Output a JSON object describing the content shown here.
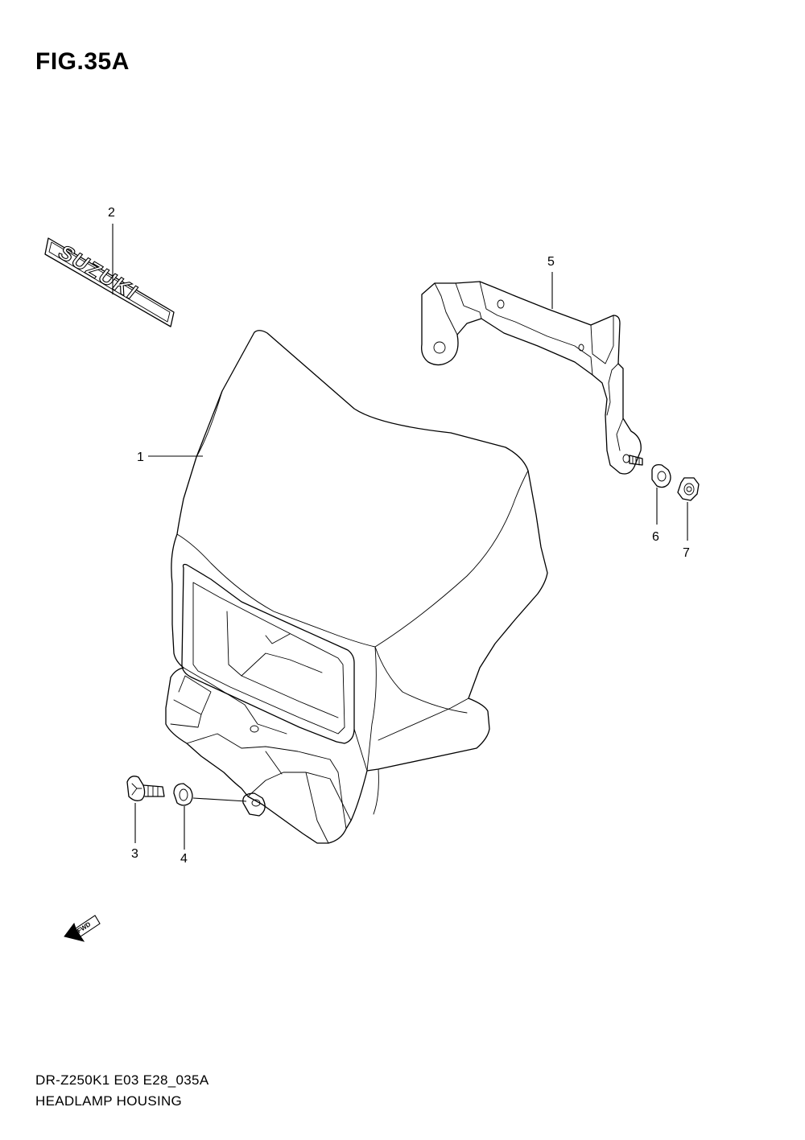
{
  "figure": {
    "title": "FIG.35A",
    "code": "DR-Z250K1 E03 E28_035A",
    "caption": "HEADLAMP HOUSING"
  },
  "emblem_text": "SUZUKI",
  "direction_label": "FWD",
  "callouts": [
    {
      "id": "1",
      "label": "1",
      "part": "headlamp-housing"
    },
    {
      "id": "2",
      "label": "2",
      "part": "emblem"
    },
    {
      "id": "3",
      "label": "3",
      "part": "bolt"
    },
    {
      "id": "4",
      "label": "4",
      "part": "washer"
    },
    {
      "id": "5",
      "label": "5",
      "part": "bracket"
    },
    {
      "id": "6",
      "label": "6",
      "part": "washer"
    },
    {
      "id": "7",
      "label": "7",
      "part": "nut"
    }
  ]
}
